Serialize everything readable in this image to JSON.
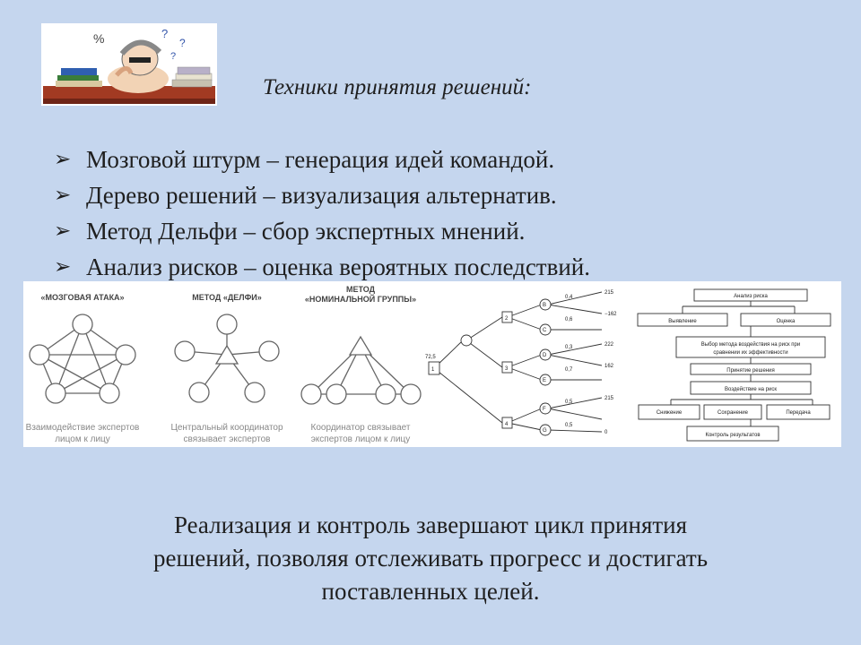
{
  "slide": {
    "title": "Техники принятия решений:",
    "bullet_marker": "➢",
    "bullets": [
      "Мозговой штурм – генерация идей командой.",
      "Дерево решений – визуализация альтернатив.",
      "Метод Дельфи – сбор экспертных мнений.",
      "Анализ рисков – оценка вероятных последствий."
    ],
    "footer_lines": [
      "Реализация и контроль завершают цикл принятия",
      "решений, позволяя отслеживать прогресс и достигать",
      "поставленных целей."
    ]
  },
  "clipart": {
    "glyphs": [
      "%",
      "?",
      "?",
      "?"
    ]
  },
  "diagram": {
    "methods": [
      {
        "title": "«МОЗГОВАЯ АТАКА»",
        "caption_lines": [
          "Взаимодействие экспертов",
          "лицом к лицу"
        ]
      },
      {
        "title": "МЕТОД «ДЕЛФИ»",
        "caption_lines": [
          "Центральный координатор",
          "связывает экспертов"
        ]
      },
      {
        "title_lines": [
          "МЕТОД",
          "«НОМИНАЛЬНОЙ ГРУППЫ»"
        ],
        "caption_lines": [
          "Координатор связывает",
          "экспертов лицом к лицу"
        ]
      }
    ],
    "tree": {
      "root_label": "1",
      "root_value": "72,5",
      "level1": [
        "2",
        "3",
        "4"
      ],
      "level2": [
        "В",
        "С",
        "D",
        "E",
        "F",
        "G"
      ],
      "outcomes": [
        "215",
        "−162",
        "222",
        "162",
        "215",
        "0"
      ],
      "probs": [
        "0,4",
        "0,6",
        "0,3",
        "0,7",
        "0,5",
        "0,5"
      ]
    },
    "flowchart": {
      "top": "Анализ риска",
      "row2": [
        "Выявление",
        "Оценка"
      ],
      "select": [
        "Выбор метода воздействия на риск при",
        "сравнении их эффективности"
      ],
      "decision": "Принятие решения",
      "impact": "Воздействие на риск",
      "row6": [
        "Снижение",
        "Сохранение",
        "Передача"
      ],
      "control": "Контроль результатов"
    }
  }
}
